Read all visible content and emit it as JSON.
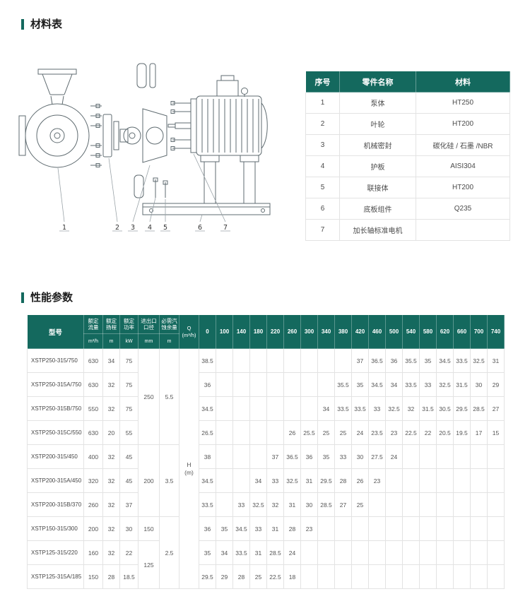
{
  "theme": {
    "teal": "#14695e",
    "border_light": "#e3e3e3"
  },
  "sections": {
    "materials": {
      "title": "材料表"
    },
    "performance": {
      "title": "性能参数"
    }
  },
  "drawing": {
    "description": "pump-exploded-view",
    "callouts": [
      "1",
      "2",
      "3",
      "4",
      "5",
      "6",
      "7"
    ]
  },
  "materials_table": {
    "headers": [
      "序号",
      "零件名称",
      "材料"
    ],
    "rows": [
      [
        "1",
        "泵体",
        "HT250"
      ],
      [
        "2",
        "叶轮",
        "HT200"
      ],
      [
        "3",
        "机械密封",
        "碳化硅 / 石墨 /NBR"
      ],
      [
        "4",
        "护板",
        "AISI304"
      ],
      [
        "5",
        "联接体",
        "HT200"
      ],
      [
        "6",
        "底板组件",
        "Q235"
      ],
      [
        "7",
        "加长轴标准电机",
        ""
      ]
    ]
  },
  "perf_table": {
    "model_header": "型号",
    "spec_cols": [
      {
        "lines": [
          "额定",
          "流量"
        ],
        "unit": "m³/h"
      },
      {
        "lines": [
          "额定",
          "扬程"
        ],
        "unit": "m"
      },
      {
        "lines": [
          "额定",
          "功率"
        ],
        "unit": "kW"
      },
      {
        "lines": [
          "进出口",
          "口径"
        ],
        "unit": "mm"
      },
      {
        "lines": [
          "必需汽",
          "蚀余量"
        ],
        "unit": "m"
      }
    ],
    "q_lines": [
      "Q",
      "(m³/h)"
    ],
    "h_lines": [
      "H",
      "(m)"
    ],
    "flow_points": [
      "0",
      "100",
      "140",
      "180",
      "220",
      "260",
      "300",
      "340",
      "380",
      "420",
      "460",
      "500",
      "540",
      "580",
      "620",
      "660",
      "700",
      "740"
    ],
    "rows": [
      {
        "model": "XSTP250-315/750",
        "flow": "630",
        "head": "34",
        "power": "75",
        "dn": {
          "v": "250",
          "span": 4
        },
        "npsh": {
          "v": "5.5",
          "span": 4
        },
        "h": [
          "38.5",
          "",
          "",
          "",
          "",
          "",
          "",
          "",
          "",
          "37",
          "36.5",
          "36",
          "35.5",
          "35",
          "34.5",
          "33.5",
          "32.5",
          "31"
        ]
      },
      {
        "model": "XSTP250-315A/750",
        "flow": "630",
        "head": "32",
        "power": "75",
        "h": [
          "36",
          "",
          "",
          "",
          "",
          "",
          "",
          "",
          "35.5",
          "35",
          "34.5",
          "34",
          "33.5",
          "33",
          "32.5",
          "31.5",
          "30",
          "29"
        ]
      },
      {
        "model": "XSTP250-315B/750",
        "flow": "550",
        "head": "32",
        "power": "75",
        "h": [
          "34.5",
          "",
          "",
          "",
          "",
          "",
          "",
          "34",
          "33.5",
          "33.5",
          "33",
          "32.5",
          "32",
          "31.5",
          "30.5",
          "29.5",
          "28.5",
          "27"
        ]
      },
      {
        "model": "XSTP250-315C/550",
        "flow": "630",
        "head": "20",
        "power": "55",
        "h": [
          "26.5",
          "",
          "",
          "",
          "",
          "26",
          "25.5",
          "25",
          "25",
          "24",
          "23.5",
          "23",
          "22.5",
          "22",
          "20.5",
          "19.5",
          "17",
          "15"
        ]
      },
      {
        "model": "XSTP200-315/450",
        "flow": "400",
        "head": "32",
        "power": "45",
        "dn": {
          "v": "200",
          "span": 3
        },
        "npsh": {
          "v": "3.5",
          "span": 3
        },
        "h": [
          "38",
          "",
          "",
          "",
          "37",
          "36.5",
          "36",
          "35",
          "33",
          "30",
          "27.5",
          "24",
          "",
          "",
          "",
          "",
          "",
          ""
        ]
      },
      {
        "model": "XSTP200-315A/450",
        "flow": "320",
        "head": "32",
        "power": "45",
        "h": [
          "34.5",
          "",
          "",
          "34",
          "33",
          "32.5",
          "31",
          "29.5",
          "28",
          "26",
          "23",
          "",
          "",
          "",
          "",
          "",
          "",
          ""
        ]
      },
      {
        "model": "XSTP200-315B/370",
        "flow": "260",
        "head": "32",
        "power": "37",
        "h": [
          "33.5",
          "",
          "33",
          "32.5",
          "32",
          "31",
          "30",
          "28.5",
          "27",
          "25",
          "",
          "",
          "",
          "",
          "",
          "",
          "",
          ""
        ]
      },
      {
        "model": "XSTP150-315/300",
        "flow": "200",
        "head": "32",
        "power": "30",
        "dn": {
          "v": "150",
          "span": 1
        },
        "npsh": {
          "v": "2.5",
          "span": 3
        },
        "h": [
          "36",
          "35",
          "34.5",
          "33",
          "31",
          "28",
          "23",
          "",
          "",
          "",
          "",
          "",
          "",
          "",
          "",
          "",
          "",
          ""
        ]
      },
      {
        "model": "XSTP125-315/220",
        "flow": "160",
        "head": "32",
        "power": "22",
        "dn": {
          "v": "125",
          "span": 2
        },
        "h": [
          "35",
          "34",
          "33.5",
          "31",
          "28.5",
          "24",
          "",
          "",
          "",
          "",
          "",
          "",
          "",
          "",
          "",
          "",
          "",
          ""
        ]
      },
      {
        "model": "XSTP125-315A/185",
        "flow": "150",
        "head": "28",
        "power": "18.5",
        "h": [
          "29.5",
          "29",
          "28",
          "25",
          "22.5",
          "18",
          "",
          "",
          "",
          "",
          "",
          "",
          "",
          "",
          "",
          "",
          "",
          ""
        ]
      }
    ]
  }
}
